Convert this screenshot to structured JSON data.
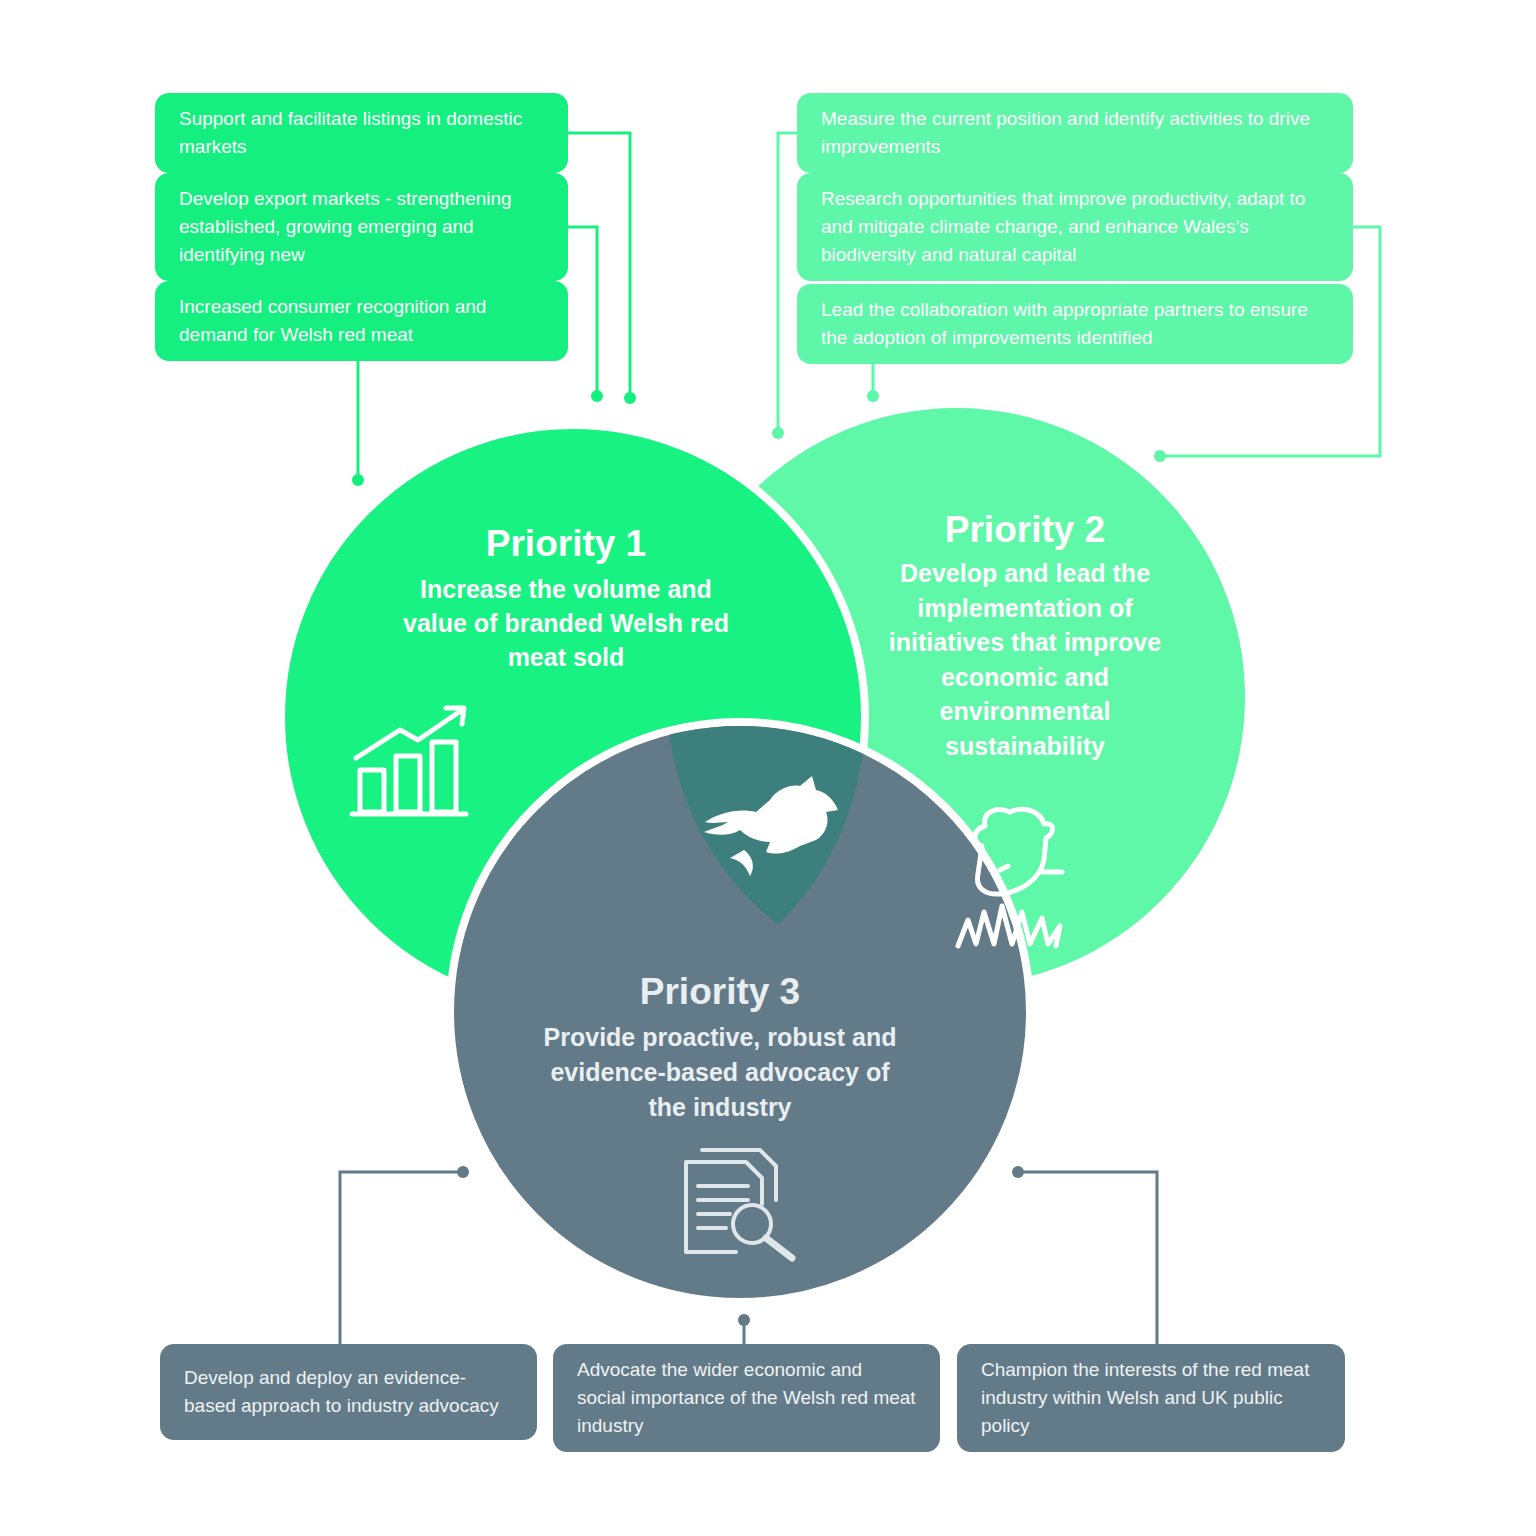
{
  "diagram": {
    "nodes": [
      {
        "text": [
          "Support and facilitate listings in domestic markets"
        ]
      },
      {
        "text": [
          "Develop export markets - strengthening established, growing emerging and identifying new"
        ]
      },
      {
        "text": [
          "Increased consumer recognition and demand for Welsh red meat"
        ]
      },
      {
        "text": [
          "Measure the current position and identify activities to drive improvements"
        ]
      },
      {
        "text": [
          "Research opportunities that improve productivity, adapt to and mitigate climate change, and enhance Wales’s biodiversity and natural capital"
        ]
      },
      {
        "text": [
          "Lead the collaboration with appropriate partners to ensure the adoption of improvements identified"
        ]
      },
      {
        "text": [
          "Priority 1",
          "Increase the volume and value of branded Welsh red meat sold"
        ]
      },
      {
        "text": [
          "Priority 2",
          "Develop and lead the implementation of initiatives that improve economic and environmental sustainability"
        ]
      },
      {
        "text": [
          "Priority 3",
          "Provide proactive, robust and evidence-based advocacy of the industry"
        ]
      },
      {
        "text": [
          "Develop and deploy an evidence-based approach to industry advocacy"
        ]
      },
      {
        "text": [
          "Advocate the wider economic and social importance of the Welsh red meat industry"
        ]
      },
      {
        "text": [
          "Champion the interests of the red meat industry within Welsh and UK public policy"
        ]
      }
    ],
    "edges": [
      {
        "from": 0,
        "to": 6,
        "arrow": "none"
      },
      {
        "from": 1,
        "to": 6,
        "arrow": "none"
      },
      {
        "from": 2,
        "to": 6,
        "arrow": "none"
      },
      {
        "from": 3,
        "to": 7,
        "arrow": "none"
      },
      {
        "from": 4,
        "to": 7,
        "arrow": "none"
      },
      {
        "from": 5,
        "to": 7,
        "arrow": "none"
      },
      {
        "from": 9,
        "to": 8,
        "arrow": "none"
      },
      {
        "from": 10,
        "to": 8,
        "arrow": "none"
      },
      {
        "from": 11,
        "to": 8,
        "arrow": "none"
      }
    ]
  }
}
